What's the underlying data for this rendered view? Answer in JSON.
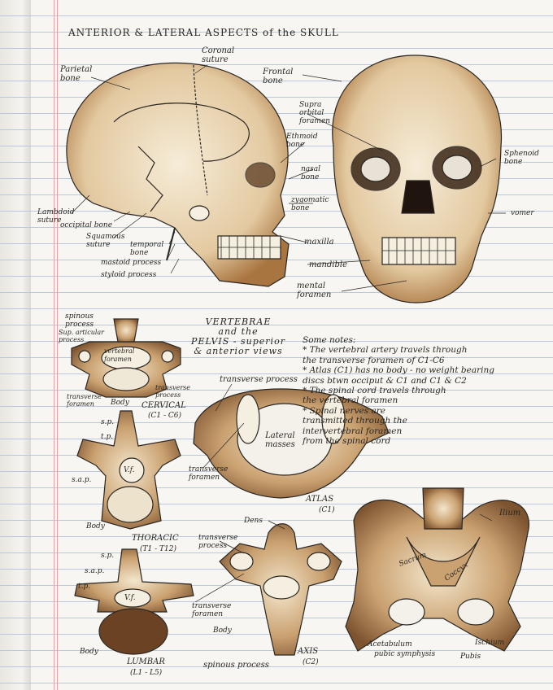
{
  "title": "ANTERIOR & LATERAL ASPECTS of the SKULL",
  "skull_labels": {
    "parietal": "Parietal\nbone",
    "coronal": "Coronal\nsuture",
    "frontal": "Frontal\nbone",
    "supraorbital": "Supra\norbital\nforamen",
    "ethmoid": "Ethmoid\nbone",
    "nasal": "nasal\nbone",
    "zygomatic": "zygomatic\nbone",
    "maxilla": "maxilla",
    "mandible": "mandible",
    "mental": "mental\nforamen",
    "lambdoid": "Lambdoid\nsuture",
    "occipital": "occipital bone",
    "squamous": "Squamous\nsuture",
    "temporal": "temporal\nbone",
    "mastoid": "mastoid process",
    "styloid": "styloid process",
    "sphenoid": "Sphenoid\nbone",
    "vomer": "vomer"
  },
  "vertebrae_title": "VERTEBRAE\nand the\nPELVIS - superior\n& anterior views",
  "notes": [
    "Some notes:",
    "* The vertebral artery travels through",
    "  the transverse foramen of C1-C6",
    "* Atlas (C1) has no body - no weight bearing",
    "  discs btwn occiput & C1 and C1 & C2",
    "* The spinal cord travels through",
    "  the vertebral foramen",
    "* Spinal nerves are",
    "  transmitted through the",
    "  intervertebral foramen",
    "  from the spinal cord"
  ],
  "cervical": {
    "spinous": "spinous\nprocess",
    "sup_articular": "Sup. articular\nprocess",
    "vertebral_foramen": "vertebral\nforamen",
    "transverse_process": "transverse\nprocess",
    "transverse_foramen": "transverse\nforamen",
    "body": "Body",
    "name": "CERVICAL",
    "range": "(C1 - C6)"
  },
  "thoracic": {
    "sp": "s.p.",
    "tp": "t.p.",
    "sap": "s.a.p.",
    "vf": "V.f.",
    "body": "Body",
    "name": "THORACIC",
    "range": "(T1 - T12)"
  },
  "lumbar": {
    "sp": "s.p.",
    "sap": "s.a.p.",
    "tp": "t.p.",
    "vf": "V.f.",
    "body": "Body",
    "name": "LUMBAR",
    "range": "(L1 - L5)"
  },
  "atlas": {
    "transverse_process": "transverse process",
    "lateral_masses": "Lateral\nmasses",
    "transverse_foramen": "transverse\nforamen",
    "name": "ATLAS",
    "range": "(C1)"
  },
  "axis": {
    "dens": "Dens",
    "transverse_process": "transverse\nprocess",
    "transverse_foramen": "transverse\nforamen",
    "body": "Body",
    "spinous": "spinous process",
    "name": "AXIS",
    "range": "(C2)"
  },
  "pelvis": {
    "ilium": "Ilium",
    "sacrum": "Sacrum",
    "coccyx": "Coccyx",
    "acetabulum": "Acetabulum",
    "pubic_symphysis": "pubic symphysis",
    "ischium": "Ischium",
    "pubis": "Pubis"
  },
  "colors": {
    "bone": "#e9d9bd",
    "shade": "#9a6a3c",
    "ink": "#2a2622"
  }
}
